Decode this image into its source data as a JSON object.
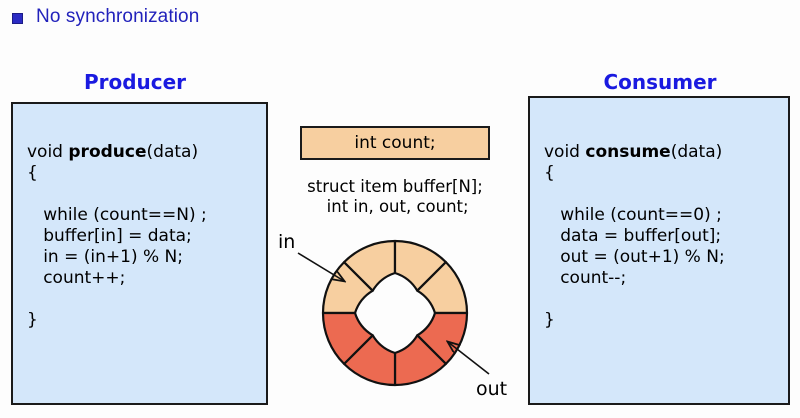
{
  "header": {
    "bullet_icon": "square-bullet-icon",
    "text": "No synchronization",
    "color": "#2222bb"
  },
  "producer": {
    "title": "Producer",
    "code_lines": [
      "void ",
      "produce",
      "(data)",
      "{",
      "",
      "   while (count==N) ;",
      "   buffer[in] = data;",
      "   in = (in+1) % N;",
      "   count++;",
      "",
      "}"
    ],
    "signature_prefix": "void ",
    "signature_name": "produce",
    "signature_suffix": "(data)",
    "open_brace": "{",
    "body": "   while (count==N) ;\n   buffer[in] = data;\n   in = (in+1) % N;\n   count++;",
    "close_brace": "}"
  },
  "consumer": {
    "title": "Consumer",
    "signature_prefix": "void ",
    "signature_name": "consume",
    "signature_suffix": "(data)",
    "open_brace": "{",
    "body": "   while (count==0) ;\n   data = buffer[out];\n   out = (out+1) % N;\n   count--;",
    "close_brace": "}"
  },
  "shared": {
    "count_declaration": "int count;",
    "struct_declaration": "struct item buffer[N];\n int in, out, count;"
  },
  "ring": {
    "in_label": "in",
    "out_label": "out",
    "segments": 8,
    "empty_color": "#f7cfa0",
    "full_color": "#ec6a51",
    "stroke": "#111111",
    "empty_count": 4,
    "full_count": 4
  },
  "colors": {
    "panel_fill": "#d4e7fa",
    "panel_border": "#1a1a1a",
    "title_blue": "#1a1ae0",
    "header_blue": "#2222bb",
    "count_box_fill": "#f7cfa0"
  }
}
